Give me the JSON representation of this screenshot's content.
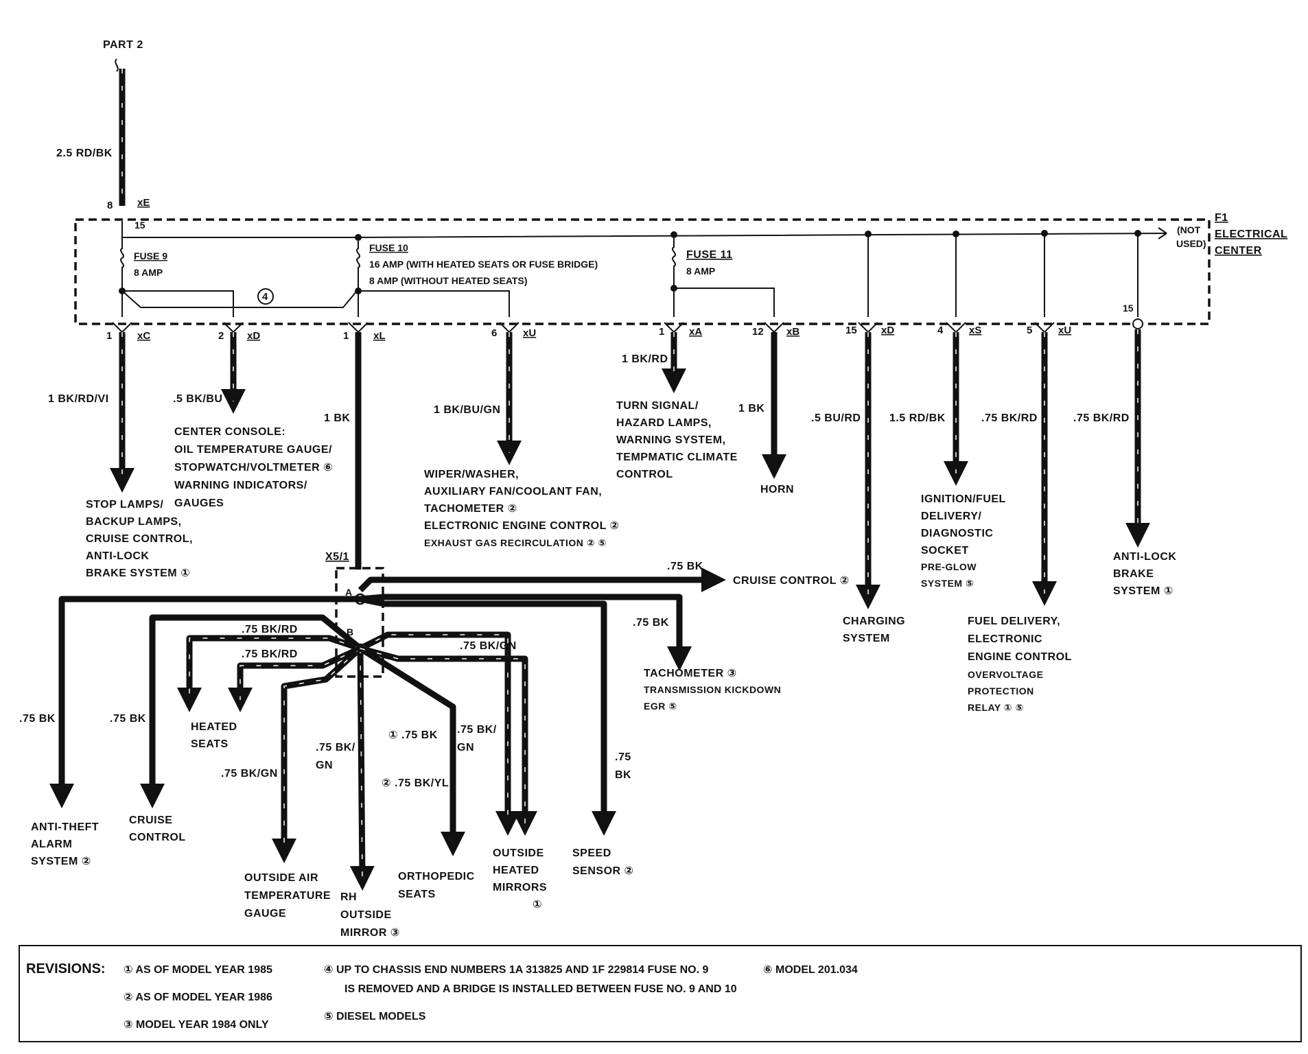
{
  "header": {
    "part_ref": "PART 2",
    "supply_wire": "2.5 RD/BK"
  },
  "electrical_center": {
    "ref": "F1",
    "name_line1": "ELECTRICAL",
    "name_line2": "CENTER",
    "not_used_1": "(NOT",
    "not_used_2": "USED)"
  },
  "top_connector": {
    "pin_in": "8",
    "id": "xE",
    "pin_out": "15"
  },
  "fuses": {
    "fuse9": {
      "name": "FUSE 9",
      "rating": "8 AMP"
    },
    "fuse10": {
      "name": "FUSE 10",
      "rating1": "16 AMP (WITH HEATED SEATS OR FUSE BRIDGE)",
      "rating2": "8 AMP (WITHOUT HEATED SEATS)"
    },
    "fuse11": {
      "name": "FUSE 11",
      "rating": "8 AMP"
    },
    "bridge_note": "4"
  },
  "outputs": [
    {
      "pin": "1",
      "conn": "xC",
      "wire": "1 BK/RD/VI",
      "dest": [
        "STOP LAMPS/",
        "BACKUP LAMPS,",
        "CRUISE CONTROL,",
        "ANTI-LOCK",
        "BRAKE SYSTEM ①"
      ]
    },
    {
      "pin": "2",
      "conn": "xD",
      "wire": ".5 BK/BU",
      "dest": [
        "CENTER CONSOLE:",
        "OIL TEMPERATURE GAUGE/",
        "STOPWATCH/VOLTMETER ⑥",
        "WARNING INDICATORS/",
        "GAUGES"
      ]
    },
    {
      "pin": "1",
      "conn": "xL",
      "wire": "1 BK",
      "dest": []
    },
    {
      "pin": "6",
      "conn": "xU",
      "wire": "1 BK/BU/GN",
      "dest": [
        "WIPER/WASHER,",
        "AUXILIARY FAN/COOLANT FAN,",
        "TACHOMETER ②",
        "ELECTRONIC ENGINE CONTROL ②",
        "EXHAUST GAS RECIRCULATION ② ⑤"
      ]
    },
    {
      "pin": "1",
      "conn": "xA",
      "wire": "1 BK/RD",
      "dest": [
        "TURN SIGNAL/",
        "HAZARD LAMPS,",
        "WARNING SYSTEM,",
        "TEMPMATIC CLIMATE",
        "CONTROL"
      ]
    },
    {
      "pin": "12",
      "conn": "xB",
      "wire": "1 BK",
      "dest": [
        "HORN"
      ]
    },
    {
      "pin": "15",
      "conn": "xD",
      "wire": ".5 BU/RD",
      "dest": [
        "CHARGING",
        "SYSTEM"
      ]
    },
    {
      "pin": "4",
      "conn": "xS",
      "wire": "1.5 RD/BK",
      "dest": [
        "IGNITION/FUEL",
        "DELIVERY/",
        "DIAGNOSTIC",
        "SOCKET",
        "PRE-GLOW",
        "SYSTEM ⑤"
      ]
    },
    {
      "pin": "5",
      "conn": "xU",
      "wire": ".75 BK/RD",
      "dest": [
        "FUEL DELIVERY,",
        "ELECTRONIC",
        "ENGINE CONTROL",
        "OVERVOLTAGE",
        "PROTECTION",
        "RELAY ① ⑤"
      ]
    },
    {
      "pin": "15",
      "conn": "",
      "wire": ".75 BK/RD",
      "dest": [
        "ANTI-LOCK",
        "BRAKE",
        "SYSTEM ①"
      ]
    }
  ],
  "x51": {
    "id": "X5/1",
    "a": "A",
    "b": "B",
    "branches": {
      "cruise_right": {
        "wire": ".75 BK",
        "dest": "CRUISE CONTROL ②"
      },
      "tach": {
        "wire": ".75 BK",
        "dest": [
          "TACHOMETER ③",
          "TRANSMISSION KICKDOWN",
          "EGR ⑤"
        ]
      },
      "anti_theft": {
        "wire": ".75 BK",
        "dest": [
          "ANTI-THEFT",
          "ALARM",
          "SYSTEM ②"
        ]
      },
      "cruise_left": {
        "wire": ".75 BK",
        "dest": [
          "CRUISE",
          "CONTROL"
        ]
      },
      "heated_seats": {
        "wire1": ".75 BK/RD",
        "wire2": ".75 BK/RD",
        "dest": [
          "HEATED",
          "SEATS"
        ]
      },
      "outside_air": {
        "wire": ".75 BK/GN",
        "dest": [
          "OUTSIDE AIR",
          "TEMPERATURE",
          "GAUGE"
        ]
      },
      "rh_mirror": {
        "wire1": ".75 BK/",
        "wire2": "GN",
        "dest": [
          "RH",
          "OUTSIDE",
          "MIRROR ③"
        ]
      },
      "orthopedic": {
        "wire1": "① .75 BK",
        "wire2": "② .75 BK/YL",
        "dest": [
          "ORTHOPEDIC",
          "SEATS"
        ]
      },
      "heated_mirrors": {
        "wire1": ".75 BK/GN",
        "wire2a": ".75 BK/",
        "wire2b": "GN",
        "dest": [
          "OUTSIDE",
          "HEATED",
          "MIRRORS",
          "①"
        ]
      },
      "speed": {
        "wire1": ".75",
        "wire2": "BK",
        "dest": [
          "SPEED",
          "SENSOR ②"
        ]
      }
    }
  },
  "revisions": {
    "title": "REVISIONS:",
    "items": [
      "① AS OF MODEL YEAR 1985",
      "② AS OF MODEL YEAR 1986",
      "③ MODEL YEAR 1984 ONLY",
      "④ UP TO CHASSIS END NUMBERS 1A 313825 AND 1F 229814 FUSE NO. 9",
      "IS REMOVED AND A BRIDGE IS INSTALLED BETWEEN FUSE NO. 9 AND 10",
      "⑤ DIESEL MODELS",
      "⑥ MODEL 201.034"
    ]
  }
}
